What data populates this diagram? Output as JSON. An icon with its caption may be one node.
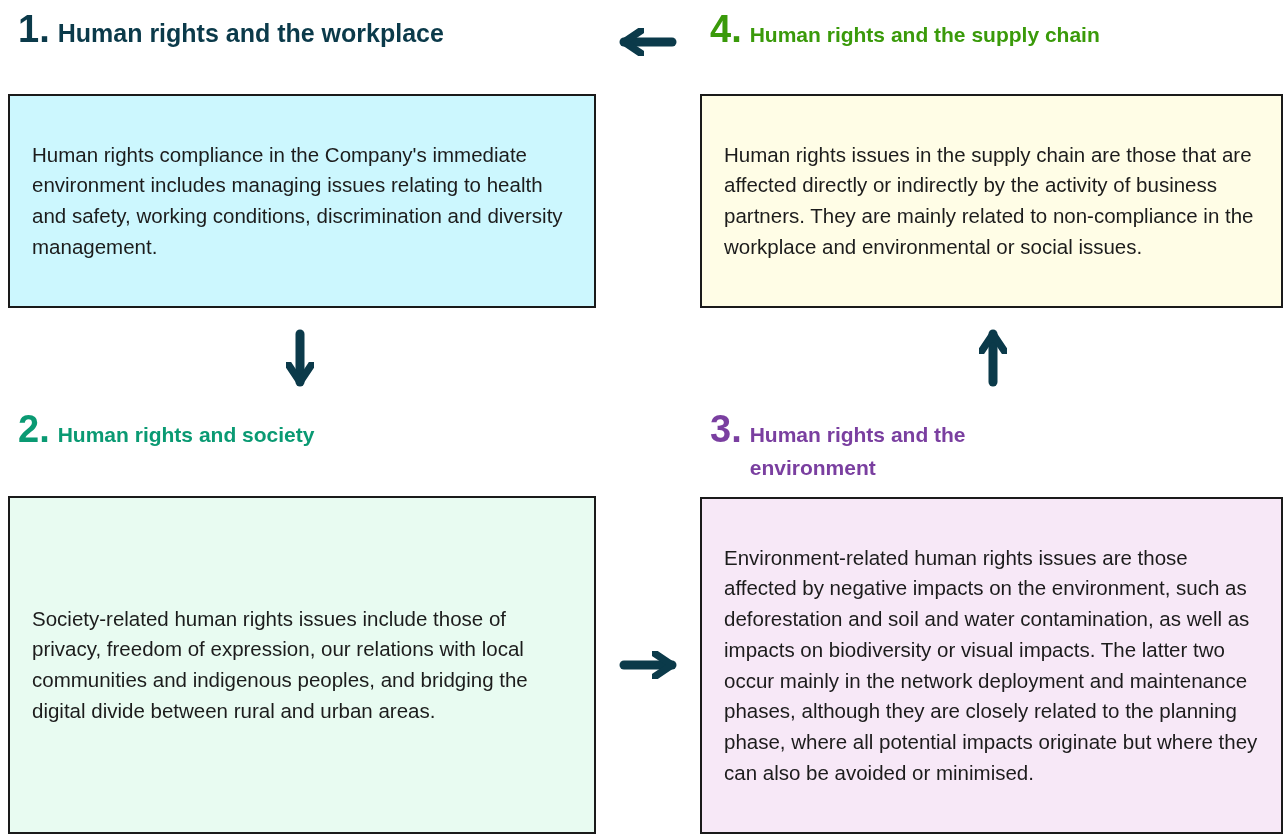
{
  "diagram": {
    "nodes": [
      {
        "text": [
          "1.",
          "Human rights and the workplace",
          "Human rights compliance in the Company's immediate environment includes managing issues relating to health and safety, working conditions, discrimination and diversity management."
        ]
      },
      {
        "text": [
          "2.",
          "Human rights and society",
          "Society-related human rights issues include those of privacy, freedom of expression, our relations with local communities and indigenous peoples, and bridging the digital divide between rural and urban areas."
        ]
      },
      {
        "text": [
          "3.",
          "Human rights and the environment",
          "Environment-related human rights issues are those affected by negative impacts on the environment, such as deforestation and soil and water contamination, as well as impacts on biodiversity or visual impacts. The latter two occur mainly in the network deployment and maintenance phases, although they are closely related to the planning phase, where all potential impacts originate but where they can also be avoided or minimised."
        ]
      },
      {
        "text": [
          "4.",
          "Human rights and the supply chain",
          "Human rights issues in the supply chain are those that are affected directly or indirectly by the activity of business partners. They are mainly related to non-compliance in the workplace and environmental or social issues."
        ]
      }
    ],
    "edges": [
      {
        "from": 0,
        "to": 1,
        "arrow": "to"
      },
      {
        "from": 1,
        "to": 2,
        "arrow": "to"
      },
      {
        "from": 2,
        "to": 3,
        "arrow": "to"
      },
      {
        "from": 3,
        "to": 0,
        "arrow": "to"
      }
    ]
  }
}
